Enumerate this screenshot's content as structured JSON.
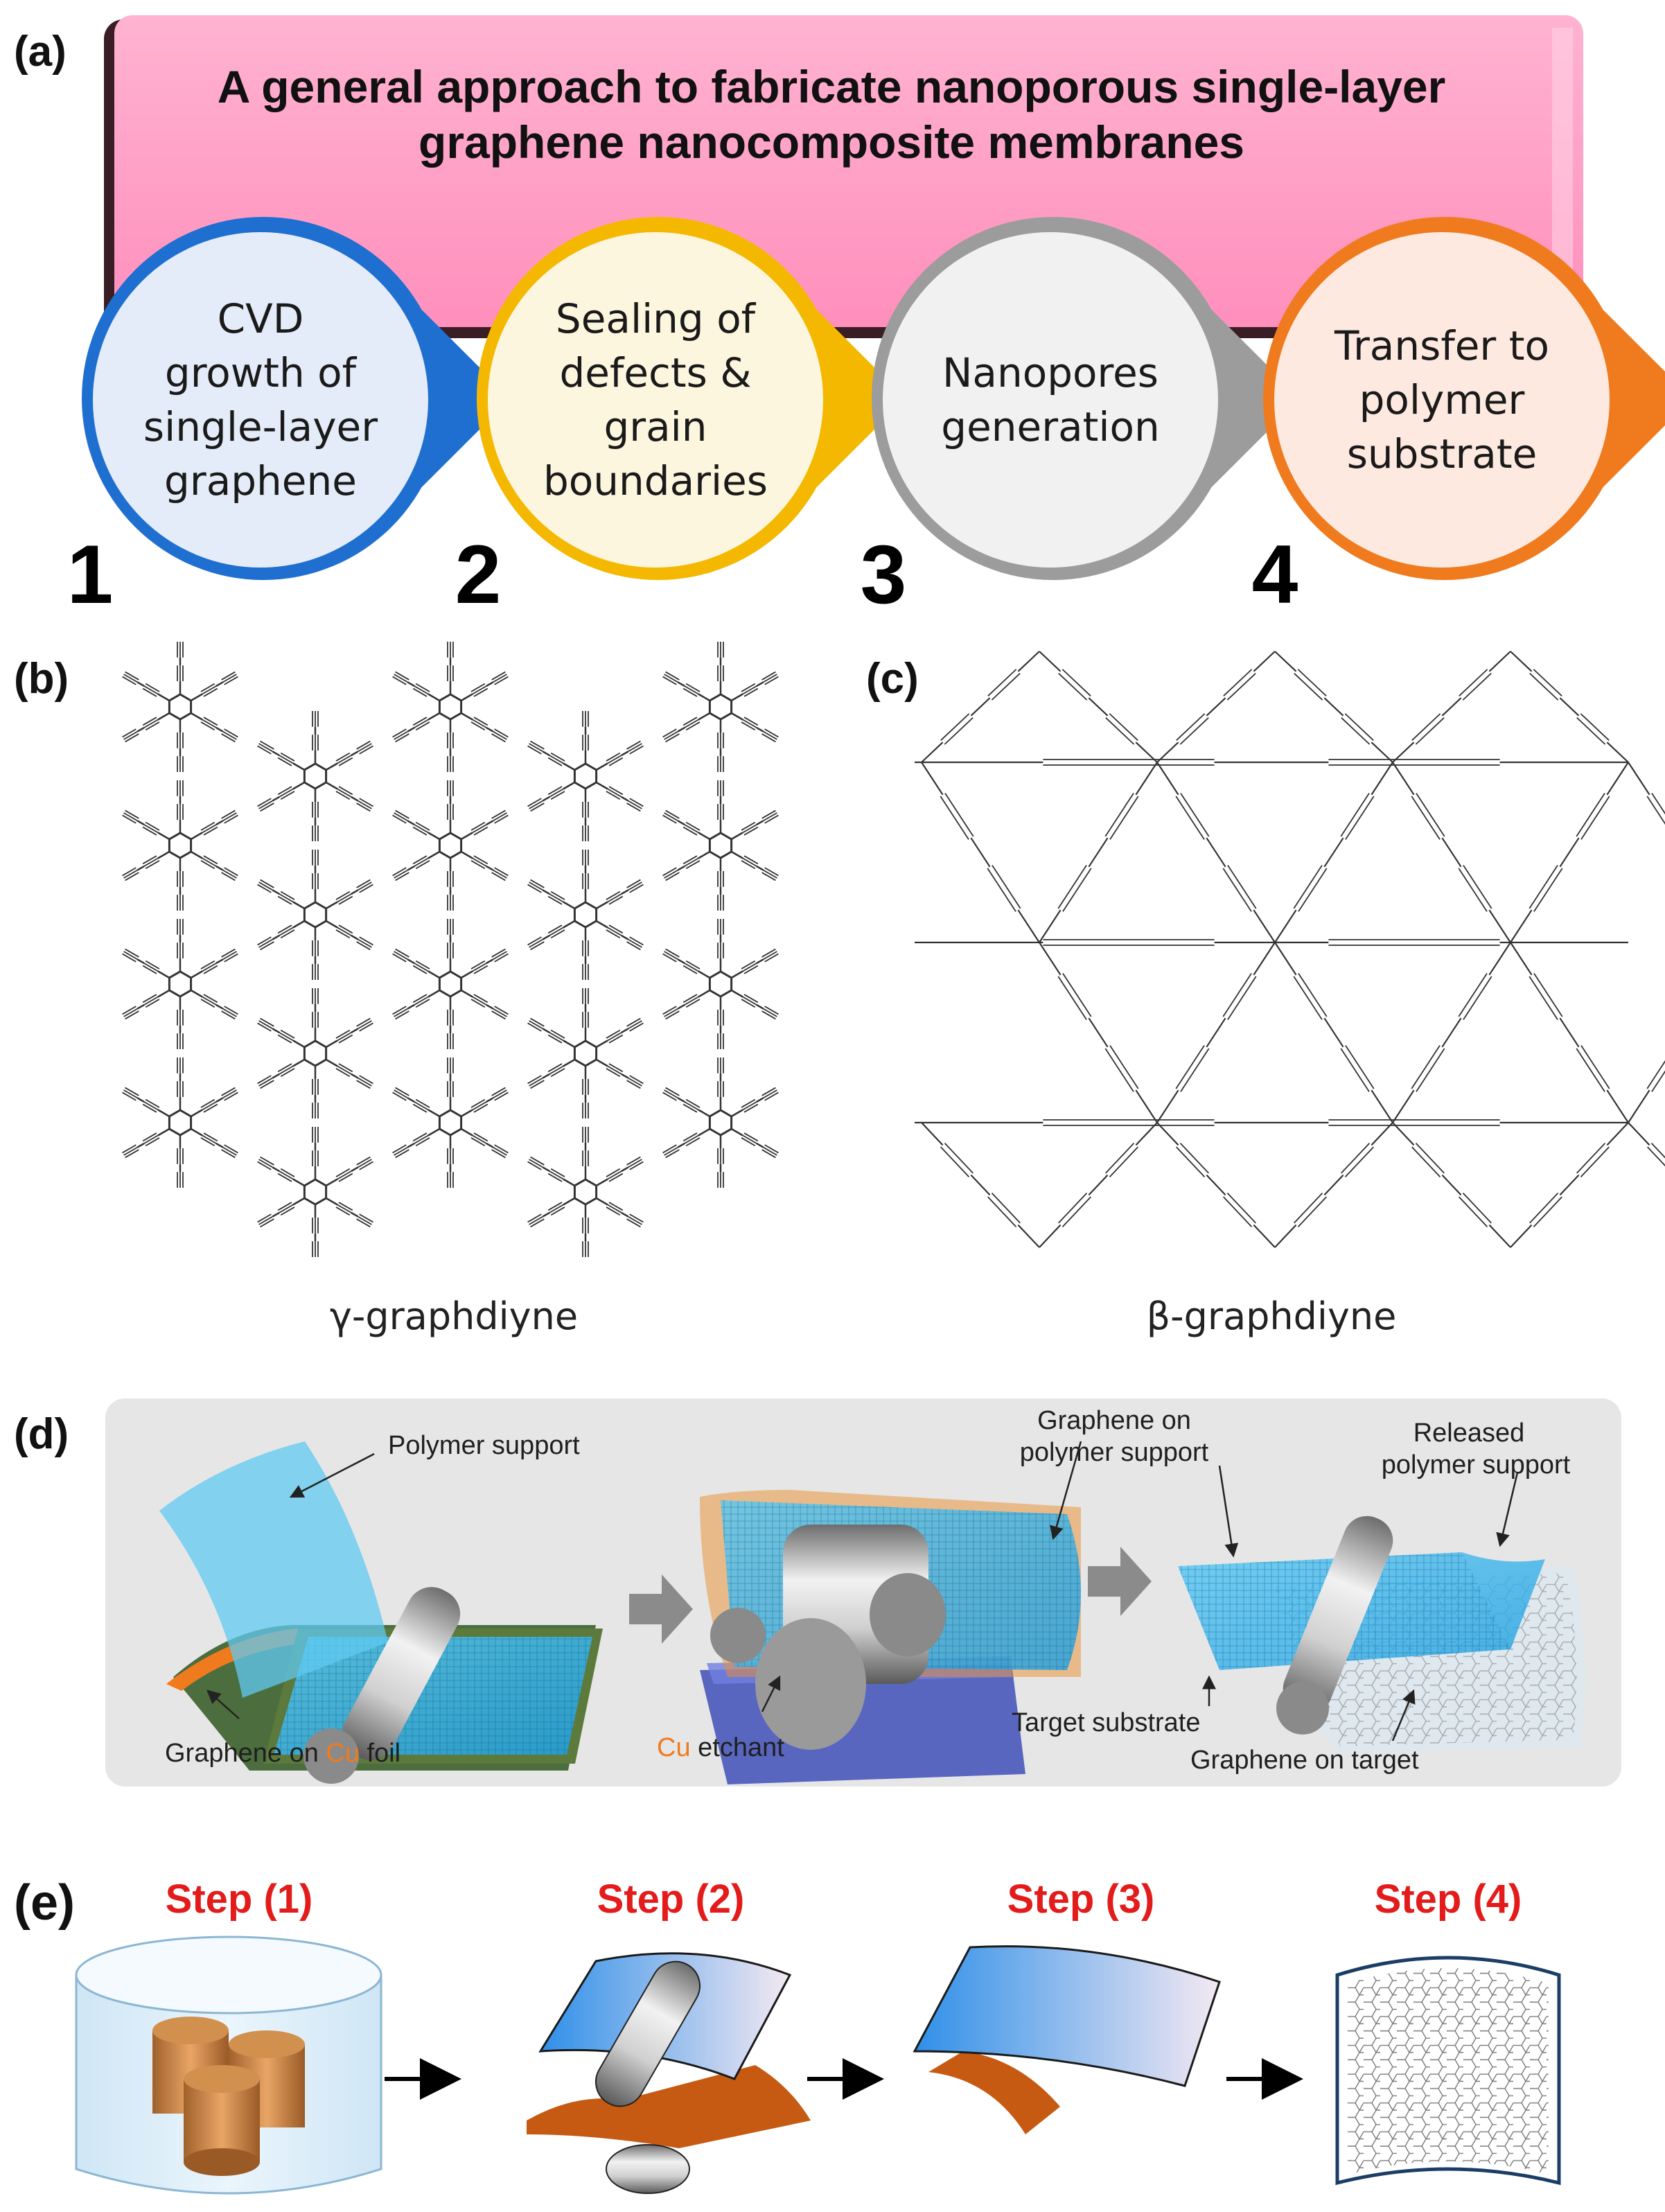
{
  "panels": {
    "a": {
      "label": "(a)",
      "banner_title_line1": "A general approach to fabricate nanoporous single-layer",
      "banner_title_line2": "graphene nanocomposite membranes",
      "banner_color": "#ff9ec4",
      "steps": [
        {
          "number": "1",
          "lines": [
            "CVD",
            "growth of",
            "single-layer",
            "graphene"
          ],
          "ring_color": "#1f6fd1",
          "fill_color": "#e4ecf9"
        },
        {
          "number": "2",
          "lines": [
            "Sealing of",
            "defects &",
            "grain",
            "boundaries"
          ],
          "ring_color": "#f5b800",
          "fill_color": "#fdf6df"
        },
        {
          "number": "3",
          "lines": [
            "Nanopores",
            "generation"
          ],
          "ring_color": "#9c9c9c",
          "fill_color": "#f1f1f1"
        },
        {
          "number": "4",
          "lines": [
            "Transfer to",
            "polymer",
            "substrate"
          ],
          "ring_color": "#f07a1e",
          "fill_color": "#fde9df"
        }
      ]
    },
    "b": {
      "label": "(b)",
      "structure_label": "γ-graphdiyne"
    },
    "c": {
      "label": "(c)",
      "structure_label": "β-graphdiyne"
    },
    "d": {
      "label": "(d)",
      "annotations": {
        "polymer_support": "Polymer support",
        "graphene_on_prefix": "Graphene on ",
        "cu": "Cu",
        "foil_suffix": " foil",
        "cu_etchant_suffix": " etchant",
        "graphene_on_polymer_line1": "Graphene on",
        "graphene_on_polymer_line2": "polymer support",
        "released_line1": "Released",
        "released_line2": "polymer support",
        "target_substrate": "Target substrate",
        "graphene_on_target": "Graphene on target"
      },
      "cu_color": "#f07a1e"
    },
    "e": {
      "label": "(e)",
      "steps": [
        "Step (1)",
        "Step (2)",
        "Step (3)",
        "Step (4)"
      ],
      "step_color": "#e31b1b"
    }
  }
}
